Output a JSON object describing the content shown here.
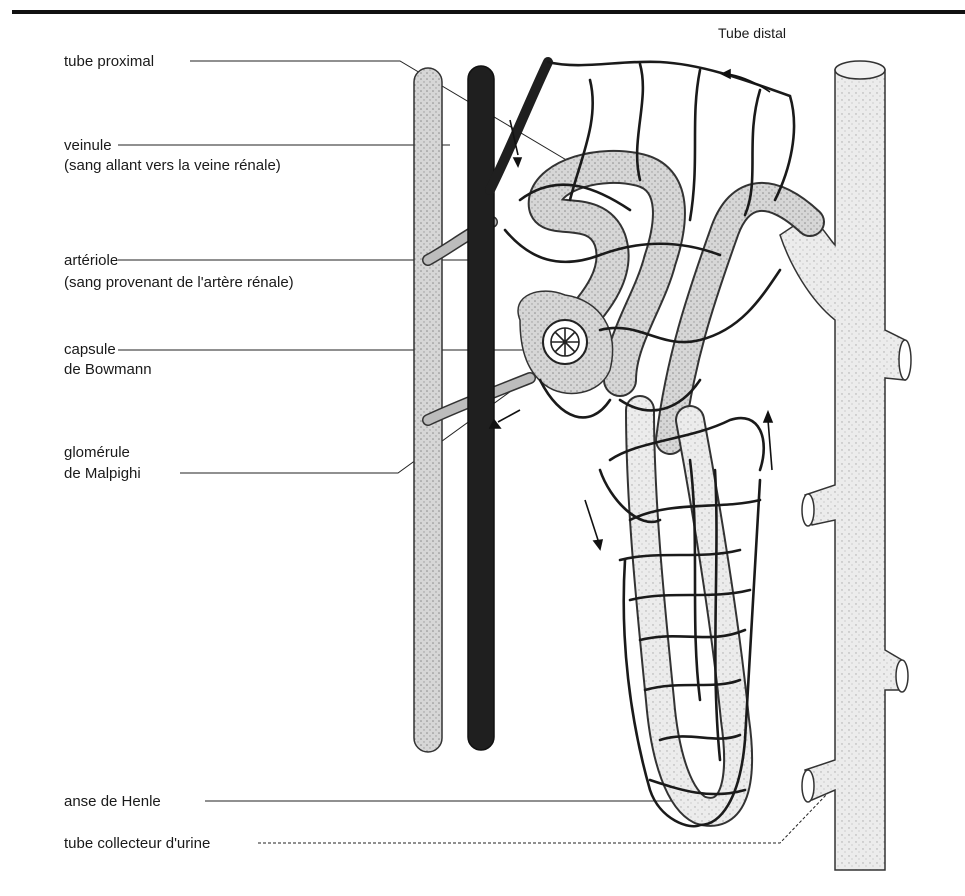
{
  "labels": {
    "tube_proximal": "tube proximal",
    "tube_distal": "Tube distal",
    "veinule": "veinule",
    "veinule_note": "(sang allant vers la veine rénale)",
    "arteriole": "artériole",
    "arteriole_note": "(sang provenant de l'artère rénale)",
    "capsule_line1": "capsule",
    "capsule_line2": "de Bowmann",
    "glomerule_line1": "glomérule",
    "glomerule_line2": "de Malpighi",
    "anse": "anse de Henle",
    "tube_collecteur": "tube collecteur d'urine"
  },
  "colors": {
    "ink": "#1a1a1a",
    "vein": "#222222",
    "artery": "#7a7a7a",
    "tubule": "#c9c9c9",
    "tubule_dark": "#9a9a9a",
    "collector": "#e4e4e4"
  }
}
